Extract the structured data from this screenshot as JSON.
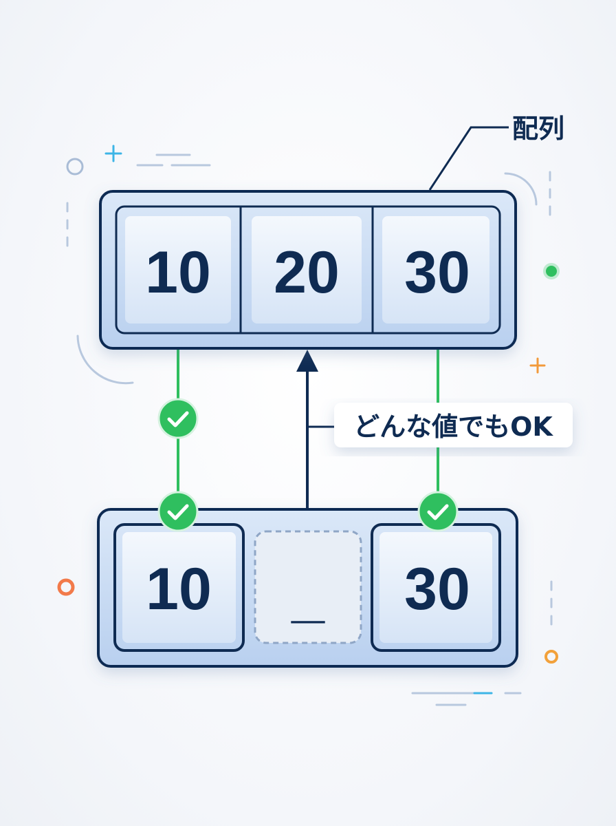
{
  "title_label": "配列",
  "annotation": "どんな値でもOK",
  "top_array": [
    "10",
    "20",
    "30"
  ],
  "bottom_array": [
    "10",
    "_",
    "30"
  ],
  "colors": {
    "navy": "#0f2b52",
    "green": "#2fbf5f",
    "cell_bg": "#e3ecf8",
    "container_bg": "#cfe0f5"
  }
}
